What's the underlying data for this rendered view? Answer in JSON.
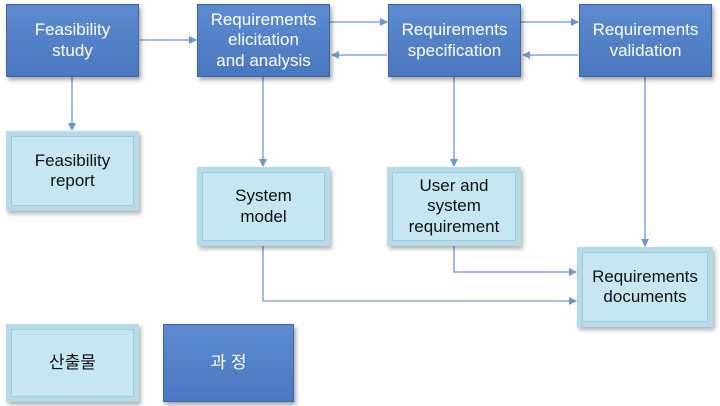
{
  "nodes": {
    "feasibility_study": "Feasibility\nstudy",
    "elicitation": "Requirements\nelicitation\nand analysis",
    "specification": "Requirements\nspecification",
    "validation": "Requirements\nvalidation",
    "feasibility_report": "Feasibility\nreport",
    "system_model": "System\nmodel",
    "user_system_requirement": "User and\nsystem\nrequirement",
    "requirements_documents": "Requirements\ndocuments"
  },
  "legend": {
    "product": "산출물",
    "process": "과 정"
  },
  "colors": {
    "process_fill": "#4f7ec6",
    "product_fill": "#c6e7f2",
    "connector": "#6d95cf"
  }
}
